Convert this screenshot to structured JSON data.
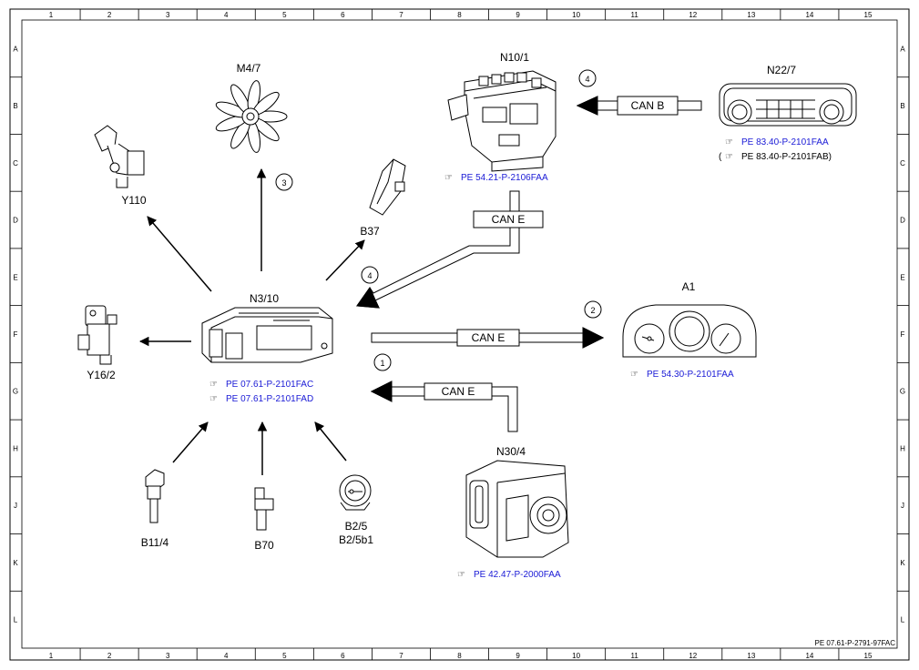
{
  "title_block": "PE 07.61-P-2791-97FAC",
  "grid": {
    "columns": [
      "1",
      "2",
      "3",
      "4",
      "5",
      "6",
      "7",
      "8",
      "9",
      "10",
      "11",
      "12",
      "13",
      "14",
      "15"
    ],
    "rows": [
      "A",
      "B",
      "C",
      "D",
      "E",
      "F",
      "G",
      "H",
      "J",
      "K",
      "L"
    ]
  },
  "components": {
    "n3_10": {
      "label": "N3/10",
      "refs": [
        "PE 07.61-P-2101FAC",
        "PE 07.61-P-2101FAD"
      ]
    },
    "m4_7": {
      "label": "M4/7"
    },
    "y110": {
      "label": "Y110"
    },
    "b37": {
      "label": "B37"
    },
    "y16_2": {
      "label": "Y16/2"
    },
    "b11_4": {
      "label": "B11/4"
    },
    "b70": {
      "label": "B70"
    },
    "b2_5": {
      "label": "B2/5",
      "label2": "B2/5b1"
    },
    "n10_1": {
      "label": "N10/1",
      "ref": "PE 54.21-P-2106FAA"
    },
    "n22_7": {
      "label": "N22/7",
      "ref": "PE 83.40-P-2101FAA",
      "ref_alt_open": "(",
      "ref_alt": "PE 83.40-P-2101FAB)"
    },
    "a1": {
      "label": "A1",
      "ref": "PE 54.30-P-2101FAA"
    },
    "n30_4": {
      "label": "N30/4",
      "ref": "PE 42.47-P-2000FAA"
    }
  },
  "buses": {
    "can_b": "CAN B",
    "can_e_top": "CAN E",
    "can_e_mid": "CAN E",
    "can_e_low": "CAN E"
  },
  "markers": {
    "m1": "1",
    "m2": "2",
    "m3": "3",
    "m4a": "4",
    "m4b": "4"
  },
  "ref_icon": "book-pointer-icon"
}
